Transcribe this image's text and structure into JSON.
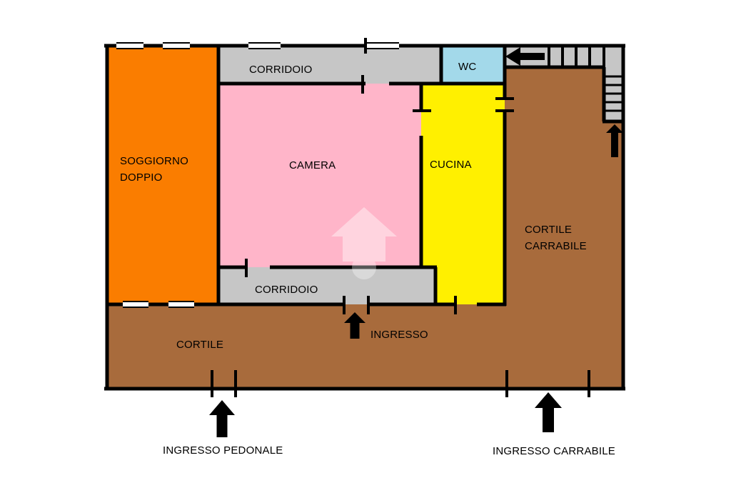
{
  "rooms": {
    "soggiorno": {
      "line1": "SOGGIORNO",
      "line2": "DOPPIO",
      "color": "#FA7D00"
    },
    "corridoio_top": {
      "label": "CORRIDOIO",
      "color": "#C6C6C6"
    },
    "wc": {
      "label": "WC",
      "color": "#A3D9EA"
    },
    "camera": {
      "label": "CAMERA",
      "color": "#FFB5C9"
    },
    "cucina": {
      "label": "CUCINA",
      "color": "#FFF000"
    },
    "corridoio_bottom": {
      "label": "CORRIDOIO",
      "color": "#C6C6C6"
    },
    "cortile_carrabile": {
      "line1": "CORTILE",
      "line2": "CARRABILE",
      "color": "#A86B3C"
    },
    "cortile": {
      "label": "CORTILE",
      "color": "#A86B3C"
    }
  },
  "entrances": {
    "ingresso": "INGRESSO",
    "pedonale": "INGRESSO PEDONALE",
    "carrabile": "INGRESSO CARRABILE"
  },
  "colors": {
    "wall": "#000000",
    "arrow": "#000000",
    "stairs_fill": "#C6C6C6",
    "background": "#FFFFFF",
    "text": "#000000",
    "watermark": "#FFFFFF"
  }
}
